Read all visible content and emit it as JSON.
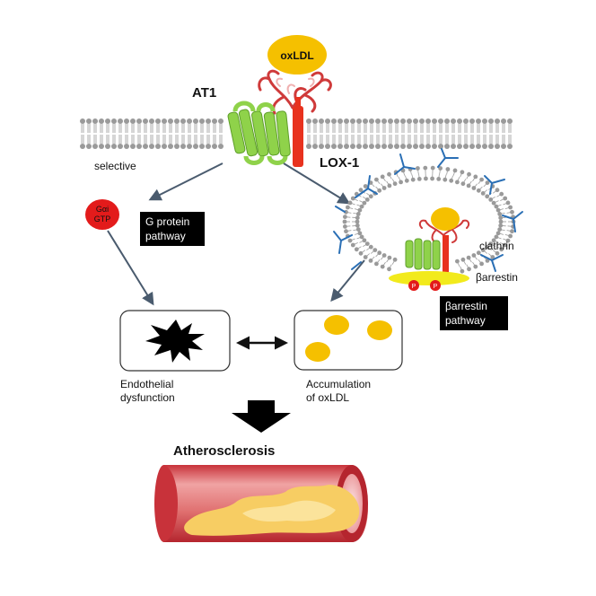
{
  "labels": {
    "oxldl_top": "oxLDL",
    "at1": "AT1",
    "lox1": "LOX-1",
    "selective": "selective",
    "gai_line1": "Gαi",
    "gai_line2": "GTP",
    "g_protein_line1": "G protein",
    "g_protein_line2": "pathway",
    "clathrin": "clathrin",
    "barrestin": "βarrestin",
    "barrestin_pathway_line1": "βarrestin",
    "barrestin_pathway_line2": "pathway",
    "phospho": "P",
    "endothelial_line1": "Endothelial",
    "endothelial_line2": "dysfunction",
    "accumulation_line1": "Accumulation",
    "accumulation_line2": "of oxLDL",
    "atherosclerosis": "Atherosclerosis"
  },
  "colors": {
    "oxldl_yellow": "#f5c000",
    "receptor_green": "#8fd24a",
    "lox1_red": "#e8321e",
    "membrane_gray": "#9a9a9a",
    "arrow_slate": "#4a5b6e",
    "clathrin_blue": "#2a6fb5",
    "barrestin_yellow": "#f2ea1c",
    "gai_red": "#e31b1b",
    "vessel_red": "#d9494e",
    "plaque_yellow": "#f7cd63"
  }
}
